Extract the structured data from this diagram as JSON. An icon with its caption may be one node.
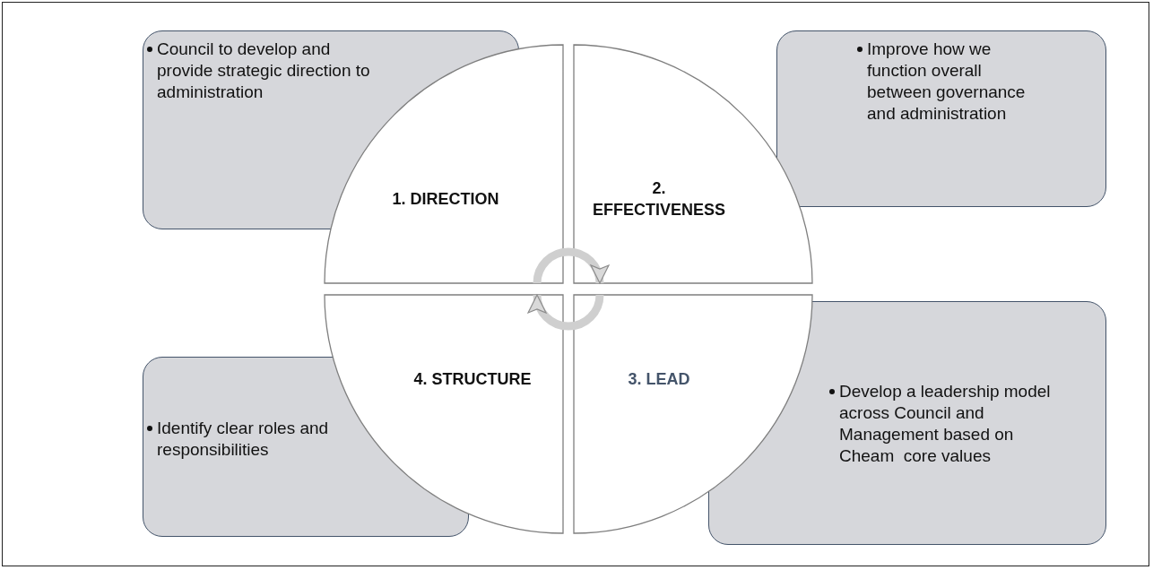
{
  "diagram": {
    "nodes": [
      {
        "text": [
          "Council to develop and provide strategic direction to administration"
        ]
      },
      {
        "text": [
          "Improve how we function overall between governance and administration"
        ]
      },
      {
        "text": [
          "1. DIRECTION"
        ]
      },
      {
        "text": [
          "2. EFFECTIVENESS"
        ]
      },
      {
        "text": [
          "4. STRUCTURE"
        ]
      },
      {
        "text": [
          "3. LEAD"
        ]
      },
      {
        "text": [
          "Identify clear roles and responsibilities"
        ]
      },
      {
        "text": [
          "Develop a leadership model across Council and Management based on Cheam  core values"
        ]
      }
    ],
    "edges": [
      {
        "from": 2,
        "to": 3,
        "arrow": "to"
      },
      {
        "from": 5,
        "to": 4,
        "arrow": "to"
      }
    ]
  }
}
